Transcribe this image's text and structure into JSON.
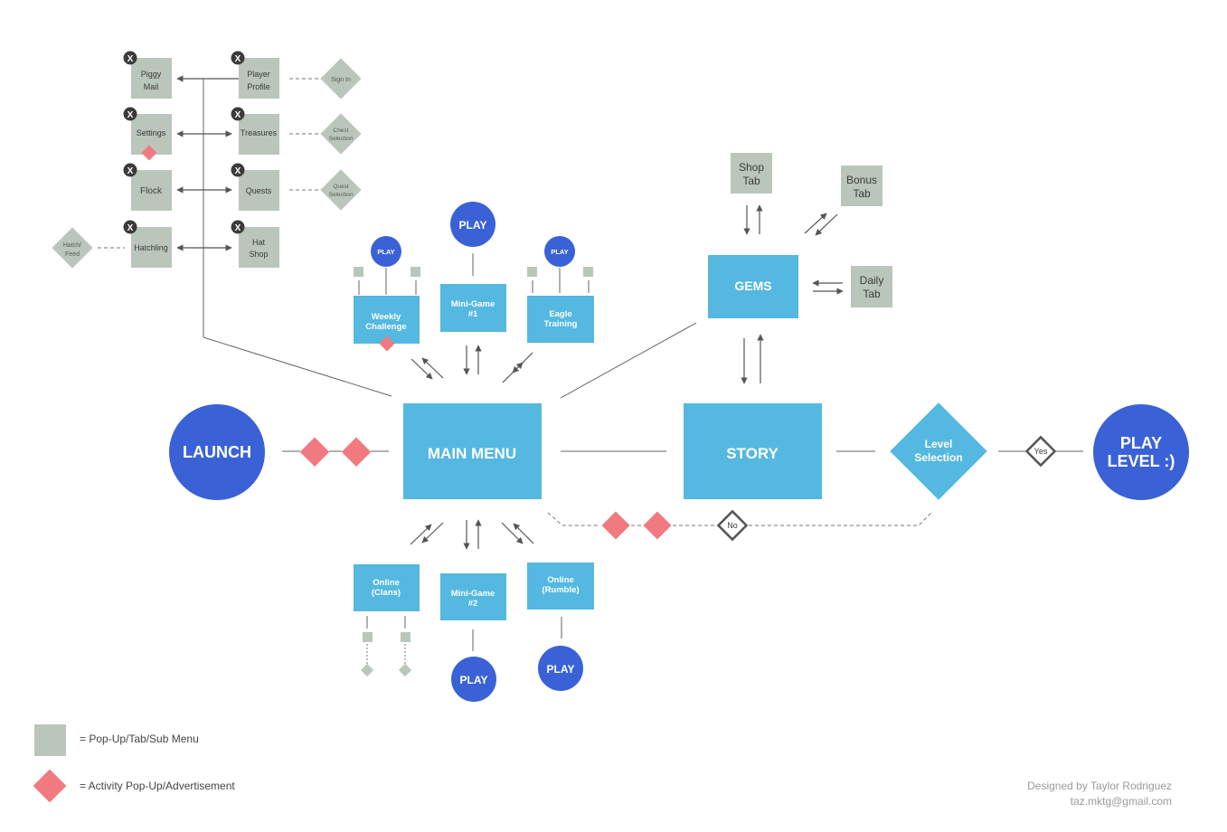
{
  "colors": {
    "blue_circle": "#3a62d6",
    "light_blue": "#55b8e0",
    "gray_box": "#bac6bb",
    "red_diamond": "#f07a80",
    "close_badge": "#3b3b3b",
    "line": "#555555"
  },
  "nodes": {
    "launch": "LAUNCH",
    "main_menu": "MAIN MENU",
    "story": "STORY",
    "gems": "GEMS",
    "level_selection_1": "Level",
    "level_selection_2": "Selection",
    "play_level_1": "PLAY",
    "play_level_2": "LEVEL :)",
    "yes": "Yes",
    "no": "No",
    "shop_tab_1": "Shop",
    "shop_tab_2": "Tab",
    "bonus_tab_1": "Bonus",
    "bonus_tab_2": "Tab",
    "daily_tab_1": "Daily",
    "daily_tab_2": "Tab",
    "weekly_1": "Weekly",
    "weekly_2": "Challenge",
    "minigame1_1": "Mini-Game",
    "minigame1_2": "#1",
    "eagle_1": "Eagle",
    "eagle_2": "Training",
    "clans_1": "Online",
    "clans_2": "(Clans)",
    "minigame2_1": "Mini-Game",
    "minigame2_2": "#2",
    "rumble_1": "Online",
    "rumble_2": "(Rumble)",
    "play": "PLAY",
    "piggy_1": "Piggy",
    "piggy_2": "Mail",
    "settings": "Settings",
    "flock": "Flock",
    "hatchling": "Hatchling",
    "player_1": "Player",
    "player_2": "Profile",
    "treasures": "Treasures",
    "quests": "Quests",
    "hat_1": "Hat",
    "hat_2": "Shop",
    "sign_in": "Sign In",
    "chest_1": "Chest",
    "chest_2": "Selection",
    "quest_sel_1": "Quest",
    "quest_sel_2": "Selection",
    "hatch_1": "Hatch/",
    "hatch_2": "Feed",
    "close": "X"
  },
  "legend": {
    "popup": "= Pop-Up/Tab/Sub Menu",
    "activity": "= Activity Pop-Up/Advertisement"
  },
  "credit": {
    "name": "Designed by Taylor Rodriguez",
    "email": "taz.mktg@gmail.com"
  }
}
